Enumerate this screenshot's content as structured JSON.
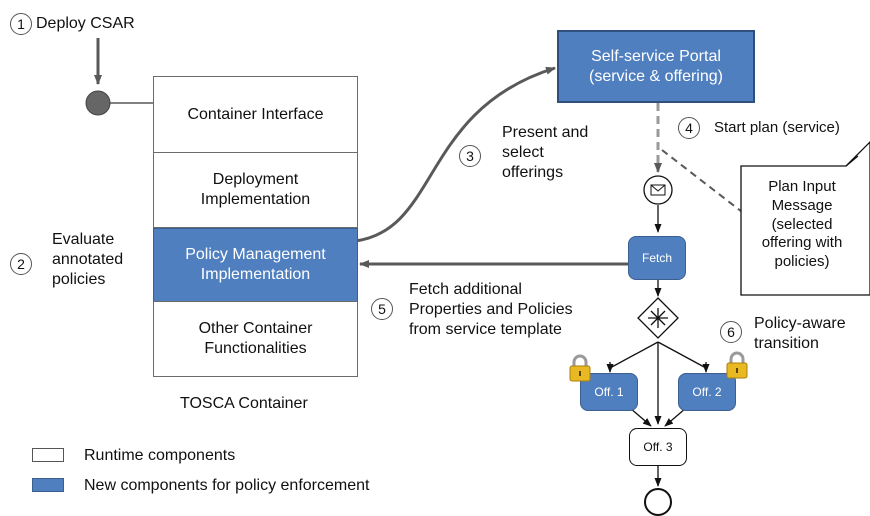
{
  "steps": {
    "s1": {
      "num": "1",
      "text": "Deploy CSAR"
    },
    "s2": {
      "num": "2",
      "text": "Evaluate\nannotated\npolicies"
    },
    "s3": {
      "num": "3",
      "text": "Present and\nselect\nofferings"
    },
    "s4": {
      "num": "4",
      "text": "Start plan (service)"
    },
    "s5": {
      "num": "5",
      "text": "Fetch additional\nProperties and Policies\nfrom service template"
    },
    "s6": {
      "num": "6",
      "text": "Policy-aware\ntransition"
    }
  },
  "container": {
    "interface": "Container Interface",
    "deployment": "Deployment\nImplementation",
    "policy": "Policy Management\nImplementation",
    "other": "Other Container\nFunctionalities",
    "caption": "TOSCA Container"
  },
  "portal": "Self-service Portal\n(service & offering)",
  "note": "Plan Input\nMessage\n(selected\noffering with\npolicies)",
  "tasks": {
    "fetch": "Fetch",
    "off1": "Off. 1",
    "off2": "Off. 2",
    "off3": "Off. 3"
  },
  "legend": {
    "runtime": "Runtime components",
    "new": "New components for policy enforcement"
  },
  "colors": {
    "blue": "#4f7fbf",
    "blue_border": "#3b5f90",
    "gray_line": "#595959",
    "lock_gold": "#e8b923"
  }
}
